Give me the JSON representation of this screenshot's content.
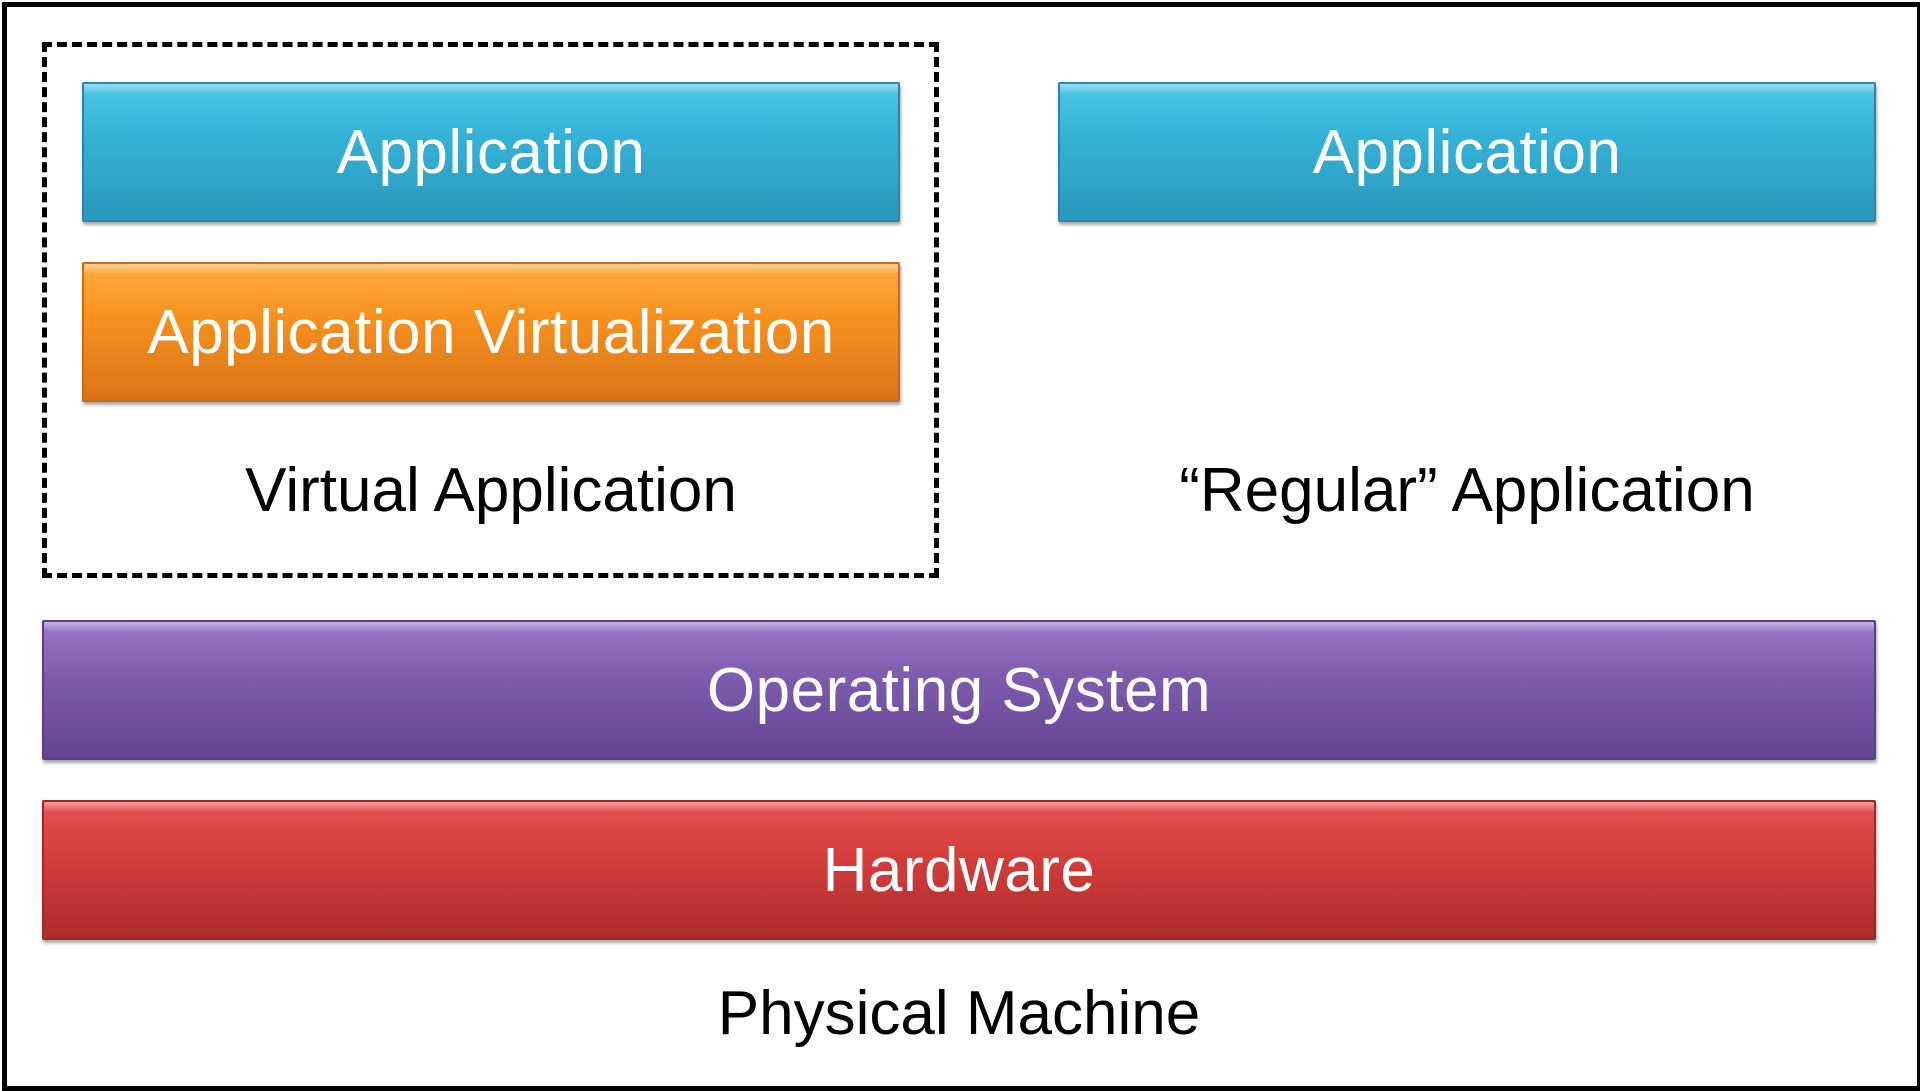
{
  "diagram": {
    "virtual_app": {
      "application_label": "Application",
      "virtualization_label": "Application Virtualization",
      "caption": "Virtual Application"
    },
    "regular_app": {
      "application_label": "Application",
      "caption": "“Regular” Application"
    },
    "os_label": "Operating System",
    "hardware_label": "Hardware",
    "machine_caption": "Physical Machine",
    "colors": {
      "application": "#36b3d8",
      "virtualization": "#f6911d",
      "operating_system": "#7d5cae",
      "hardware": "#d43e3b"
    }
  }
}
